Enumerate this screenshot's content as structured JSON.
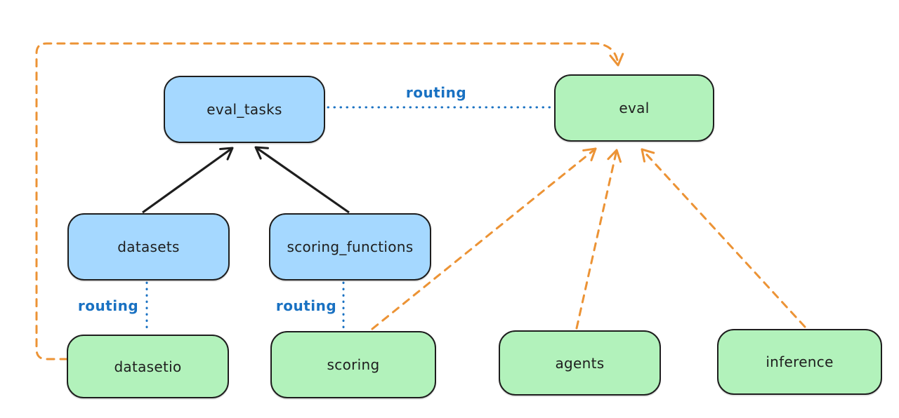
{
  "colors": {
    "background": "#ffffff",
    "blue-fill": "#a5d8ff",
    "green-fill": "#b2f2bb",
    "stroke": "#1e1e1e",
    "blue-line": "#1971c2",
    "orange-line": "#ec9335"
  },
  "nodes": {
    "eval_tasks": {
      "label": "eval_tasks"
    },
    "eval": {
      "label": "eval"
    },
    "datasets": {
      "label": "datasets"
    },
    "scoring_functions": {
      "label": "scoring_functions"
    },
    "datasetio": {
      "label": "datasetio"
    },
    "scoring": {
      "label": "scoring"
    },
    "agents": {
      "label": "agents"
    },
    "inference": {
      "label": "inference"
    }
  },
  "edges": {
    "routing_top": {
      "label": "routing"
    },
    "routing_left": {
      "label": "routing"
    },
    "routing_mid": {
      "label": "routing"
    }
  }
}
